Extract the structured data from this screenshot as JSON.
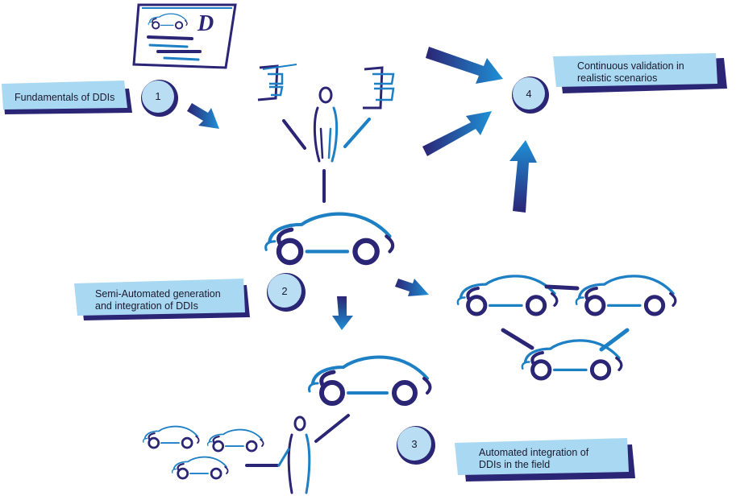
{
  "labels": {
    "step1": "Fundamentals of DDIs",
    "step2_line1": "Semi-Automated generation",
    "step2_line2": "and integration of DDIs",
    "step3_line1": "Automated integration of",
    "step3_line2": "DDIs in the field",
    "step4_line1": "Continuous validation in",
    "step4_line2": "realistic scenarios"
  },
  "numbers": {
    "n1": "1",
    "n2": "2",
    "n3": "3",
    "n4": "4"
  },
  "whiteboard_letter": "D",
  "colors": {
    "navy": "#2b2575",
    "blue": "#1d7fc4",
    "light": "#a9d8f2",
    "bubble": "#b9def4"
  }
}
